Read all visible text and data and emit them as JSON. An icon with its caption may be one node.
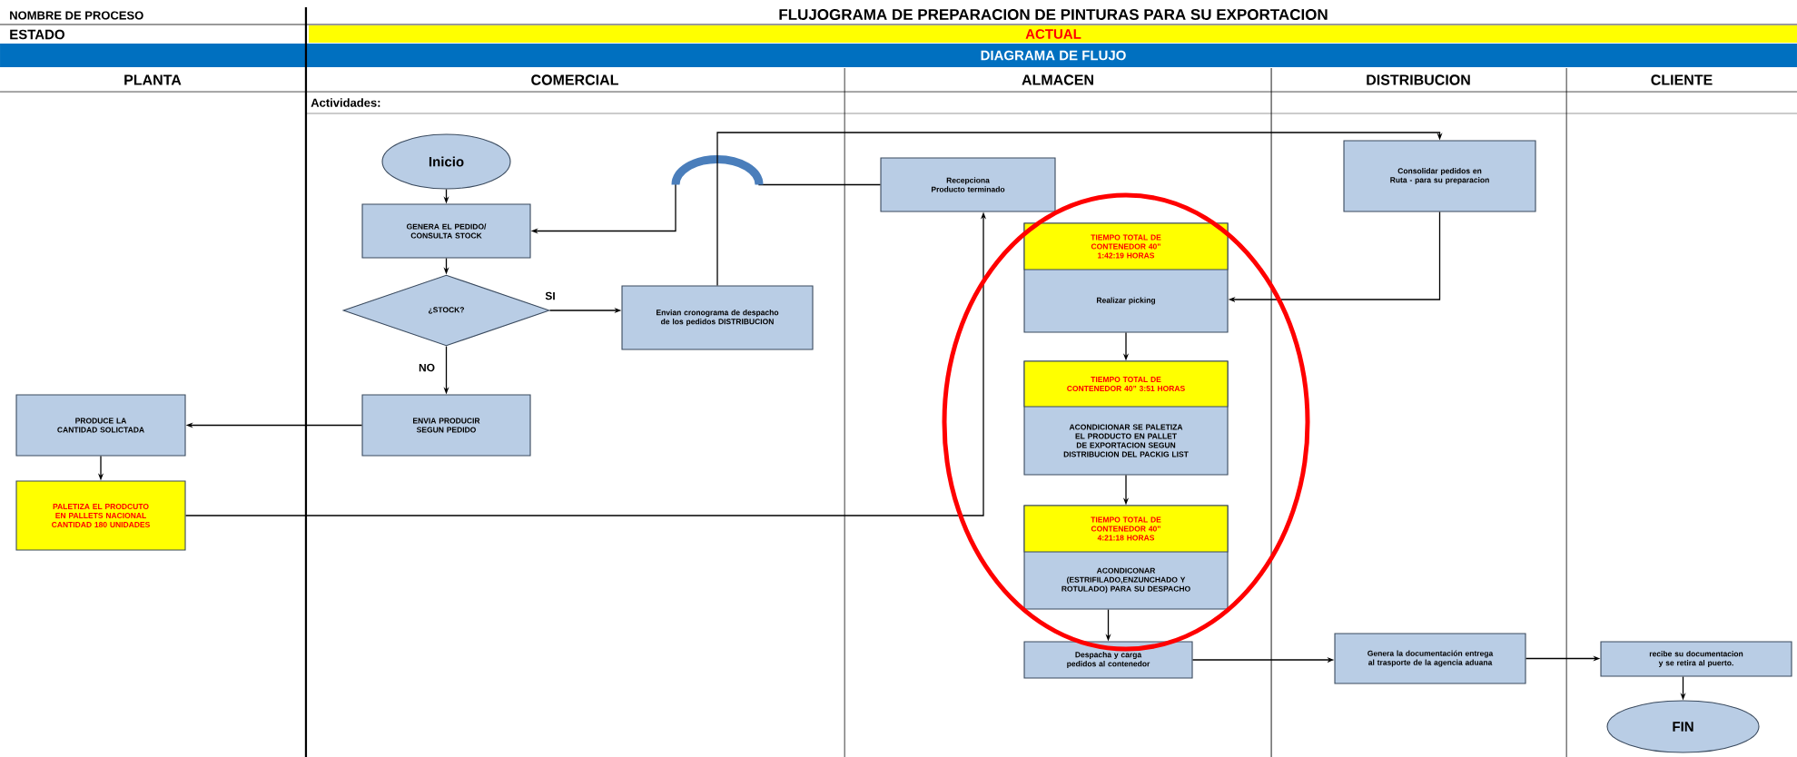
{
  "diagram": {
    "title": "FLUJOGRAMA DE PREPARACION DE PINTURAS PARA SU EXPORTACION",
    "nodes": [
      {
        "text": [
          "Inicio"
        ]
      },
      {
        "text": [
          "GENERA EL PEDIDO/ CONSULTA STOCK"
        ]
      },
      {
        "text": [
          "¿STOCK?"
        ]
      },
      {
        "text": [
          "Envian cronograma de despacho de los pedidos DISTRIBUCION"
        ]
      },
      {
        "text": [
          "ENVIA PRODUCIR SEGUN PEDIDO"
        ]
      },
      {
        "text": [
          "PRODUCE LA CANTIDAD SOLICTADA"
        ]
      },
      {
        "text": [
          "PALETIZA EL PRODCUTO EN PALLETS NACIONAL CANTIDAD 180 UNIDADES"
        ]
      },
      {
        "text": [
          "Recepciona Producto terminado"
        ]
      },
      {
        "text": [
          "Consolidar pedidos en Ruta - para su preparacion"
        ]
      },
      {
        "text": [
          "TIEMPO TOTAL DE CONTENEDOR 40” 1:42:19 HORAS",
          "Realizar picking"
        ]
      },
      {
        "text": [
          "TIEMPO TOTAL DE CONTENEDOR 40” 3:51 HORAS",
          "ACONDICIONAR SE PALETIZA EL PRODUCTO EN PALLET DE EXPORTACION SEGUN DISTRIBUCION DEL PACKIG LIST"
        ]
      },
      {
        "text": [
          "TIEMPO TOTAL DE CONTENEDOR 40” 4:21:18 HORAS",
          "ACONDICONAR (ESTRIFILADO,ENZUNCHADO Y ROTULADO) PARA SU DESPACHO"
        ]
      },
      {
        "text": [
          "Despacha y carga pedidos al contenedor"
        ]
      },
      {
        "text": [
          "Genera la documentación entrega al trasporte de la agencia aduana"
        ]
      },
      {
        "text": [
          "recibe su documentacion y se retira al puerto."
        ]
      },
      {
        "text": [
          "FIN"
        ]
      }
    ],
    "edges": [
      {
        "from": 0,
        "to": 1,
        "arrow": "to"
      },
      {
        "from": 1,
        "to": 2,
        "arrow": "to"
      },
      {
        "from": 2,
        "to": 3,
        "arrow": "to",
        "label": "SI"
      },
      {
        "from": 2,
        "to": 4,
        "arrow": "to",
        "label": "NO"
      },
      {
        "from": 4,
        "to": 5,
        "arrow": "to"
      },
      {
        "from": 5,
        "to": 6,
        "arrow": "to"
      },
      {
        "from": 6,
        "to": 7,
        "arrow": "to"
      },
      {
        "from": 7,
        "to": 1,
        "arrow": "to"
      },
      {
        "from": 3,
        "to": 8,
        "arrow": "to"
      },
      {
        "from": 8,
        "to": 9,
        "arrow": "to"
      },
      {
        "from": 9,
        "to": 10,
        "arrow": "to"
      },
      {
        "from": 10,
        "to": 11,
        "arrow": "to"
      },
      {
        "from": 11,
        "to": 12,
        "arrow": "to"
      },
      {
        "from": 12,
        "to": 13,
        "arrow": "to"
      },
      {
        "from": 13,
        "to": 14,
        "arrow": "to"
      },
      {
        "from": 14,
        "to": 15,
        "arrow": "to"
      }
    ],
    "labels": [
      "NOMBRE DE PROCESO",
      "ESTADO",
      "ACTUAL",
      "DIAGRAMA DE FLUJO",
      "PLANTA",
      "COMERCIAL",
      "ALMACEN",
      "DISTRIBUCION",
      "CLIENTE",
      "Actividades:"
    ]
  }
}
